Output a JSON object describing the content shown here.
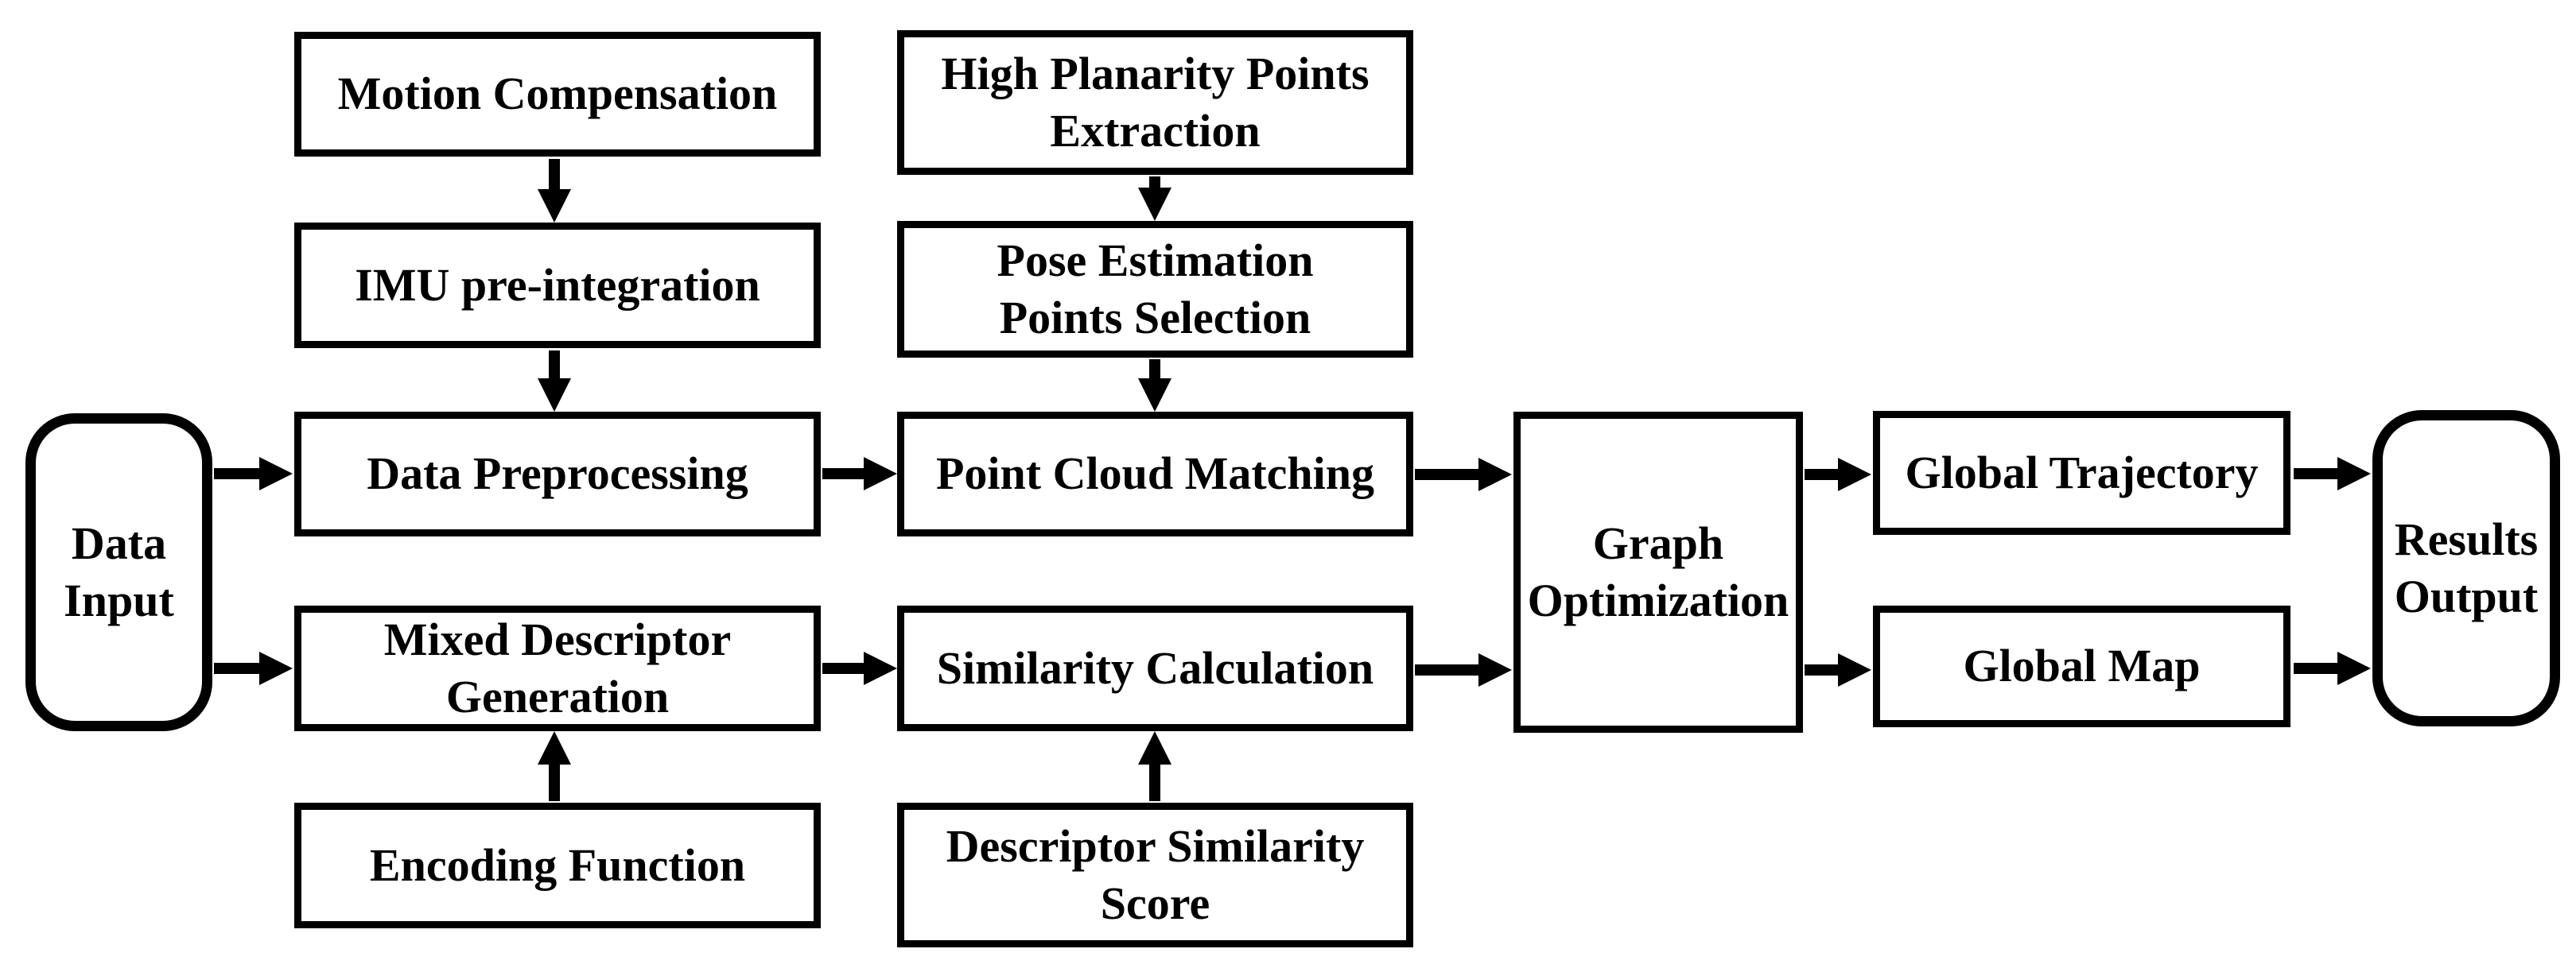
{
  "diagram": {
    "title": "Pipeline flow diagram",
    "colors": {
      "background": "#ffffff",
      "box_fill": "#ffffff",
      "line_color": "#000000",
      "text_color": "#000000"
    },
    "nodes": {
      "data_input": {
        "label": "Data\nInput",
        "shape": "rounded-terminal"
      },
      "motion_compensation": {
        "label": "Motion Compensation",
        "shape": "rect"
      },
      "imu_pre_integration": {
        "label": "IMU pre-integration",
        "shape": "rect"
      },
      "data_preprocessing": {
        "label": "Data Preprocessing",
        "shape": "rect"
      },
      "mixed_descriptor_generation": {
        "label": "Mixed Descriptor\nGeneration",
        "shape": "rect"
      },
      "encoding_function": {
        "label": "Encoding Function",
        "shape": "rect"
      },
      "high_planarity_points_extraction": {
        "label": "High Planarity Points\nExtraction",
        "shape": "rect"
      },
      "pose_estimation_points_selection": {
        "label": "Pose Estimation\nPoints Selection",
        "shape": "rect"
      },
      "point_cloud_matching": {
        "label": "Point Cloud Matching",
        "shape": "rect"
      },
      "similarity_calculation": {
        "label": "Similarity Calculation",
        "shape": "rect"
      },
      "descriptor_similarity_score": {
        "label": "Descriptor Similarity\nScore",
        "shape": "rect"
      },
      "graph_optimization": {
        "label": "Graph\nOptimization",
        "shape": "rect"
      },
      "global_trajectory": {
        "label": "Global Trajectory",
        "shape": "rect"
      },
      "global_map": {
        "label": "Global Map",
        "shape": "rect"
      },
      "results_output": {
        "label": "Results\nOutput",
        "shape": "rounded-terminal"
      }
    },
    "edges": [
      {
        "from": "motion_compensation",
        "to": "imu_pre_integration",
        "direction": "down"
      },
      {
        "from": "imu_pre_integration",
        "to": "data_preprocessing",
        "direction": "down"
      },
      {
        "from": "high_planarity_points_extraction",
        "to": "pose_estimation_points_selection",
        "direction": "down"
      },
      {
        "from": "pose_estimation_points_selection",
        "to": "point_cloud_matching",
        "direction": "down"
      },
      {
        "from": "encoding_function",
        "to": "mixed_descriptor_generation",
        "direction": "up"
      },
      {
        "from": "descriptor_similarity_score",
        "to": "similarity_calculation",
        "direction": "up"
      },
      {
        "from": "data_input",
        "to": "data_preprocessing",
        "direction": "right"
      },
      {
        "from": "data_input",
        "to": "mixed_descriptor_generation",
        "direction": "right"
      },
      {
        "from": "data_preprocessing",
        "to": "point_cloud_matching",
        "direction": "right"
      },
      {
        "from": "mixed_descriptor_generation",
        "to": "similarity_calculation",
        "direction": "right"
      },
      {
        "from": "point_cloud_matching",
        "to": "graph_optimization",
        "direction": "right"
      },
      {
        "from": "similarity_calculation",
        "to": "graph_optimization",
        "direction": "right"
      },
      {
        "from": "graph_optimization",
        "to": "global_trajectory",
        "direction": "right"
      },
      {
        "from": "graph_optimization",
        "to": "global_map",
        "direction": "right"
      },
      {
        "from": "global_trajectory",
        "to": "results_output",
        "direction": "right"
      },
      {
        "from": "global_map",
        "to": "results_output",
        "direction": "right"
      }
    ]
  }
}
